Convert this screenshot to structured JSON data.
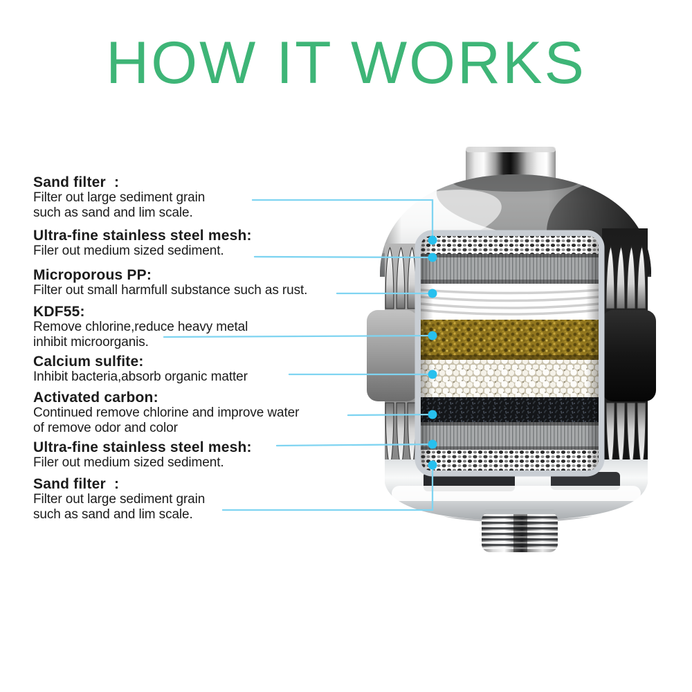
{
  "title": "HOW IT WORKS",
  "colors": {
    "title_green": "#3EB577",
    "leader_line": "#7FD4F1",
    "leader_dot": "#27C0EE",
    "text": "#1B1B1B",
    "background": "#FFFFFF"
  },
  "labels": [
    {
      "id": "sand-filter-top",
      "title": "Sand filter  :",
      "desc": "Filter out large sediment grain\nsuch as sand and lim scale."
    },
    {
      "id": "steel-mesh-top",
      "title": "Ultra-fine stainless steel mesh:",
      "desc": "Filer out medium sized sediment."
    },
    {
      "id": "microporous-pp",
      "title": "Microporous PP:",
      "desc": "Filter out small harmfull substance such as rust."
    },
    {
      "id": "kdf55",
      "title": "KDF55:",
      "desc": "Remove chlorine,reduce heavy metal\ninhibit microorganis."
    },
    {
      "id": "calcium-sulfite",
      "title": "Calcium sulfite:",
      "desc": "Inhibit bacteria,absorb organic matter"
    },
    {
      "id": "activated-carbon",
      "title": "Activated carbon:",
      "desc": "Continued remove chlorine and improve water\nof remove odor and color"
    },
    {
      "id": "steel-mesh-bottom",
      "title": "Ultra-fine stainless steel mesh:",
      "desc": "Filer out medium sized sediment."
    },
    {
      "id": "sand-filter-bottom",
      "title": "Sand filter  :",
      "desc": "Filter out large sediment grain\nsuch as sand and lim scale."
    }
  ],
  "product": {
    "name": "shower filter cutaway view",
    "layers_top_to_bottom": [
      "sand filter",
      "ultra-fine stainless steel mesh",
      "microporous PP",
      "KDF55",
      "calcium sulfite",
      "activated carbon",
      "ultra-fine stainless steel mesh",
      "sand filter"
    ]
  }
}
